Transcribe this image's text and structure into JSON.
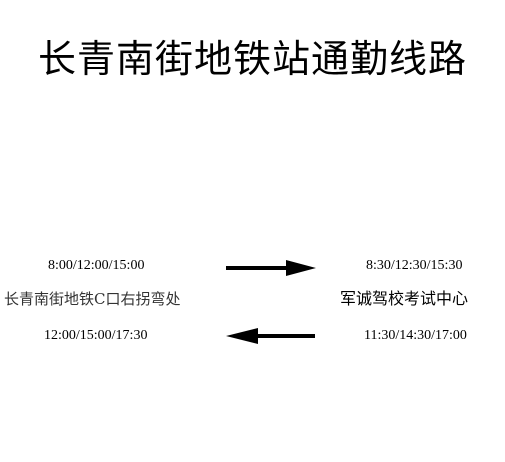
{
  "title": "长青南街地铁站通勤线路",
  "origin": {
    "name": "长青南街地铁C口右拐弯处",
    "depart_times": "8:00/12:00/15:00",
    "arrive_times": "12:00/15:00/17:30"
  },
  "destination": {
    "name": "军诚驾校考试中心",
    "arrive_times": "8:30/12:30/15:30",
    "depart_times": "11:30/14:30/17:00"
  },
  "colors": {
    "text": "#000000",
    "arrow": "#000000",
    "background": "#ffffff"
  }
}
